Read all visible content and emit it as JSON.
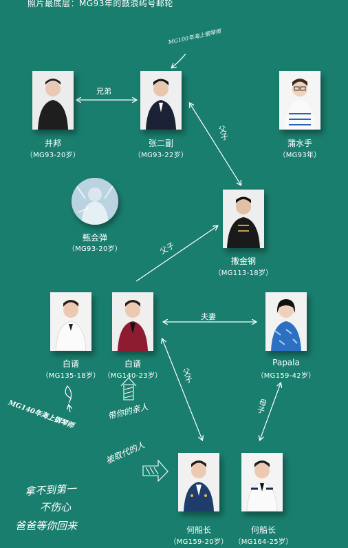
{
  "title": "照片最底层：MG93年的鼓浪屿号邮轮",
  "characters": [
    {
      "id": "jingbang",
      "name": "井邦",
      "sub": "（MG93-20岁）"
    },
    {
      "id": "zhang",
      "name": "张二副",
      "sub": "（MG93-22岁）"
    },
    {
      "id": "pu",
      "name": "蒲水手",
      "sub": "（MG93年）"
    },
    {
      "id": "zhen",
      "name": "甄会弹",
      "sub": "（MG93-20岁）"
    },
    {
      "id": "sa",
      "name": "撒金钢",
      "sub": "（MG113-18岁）"
    },
    {
      "id": "bai1",
      "name": "白谱",
      "sub": "（MG135-18岁）"
    },
    {
      "id": "bai2",
      "name": "白谱",
      "sub": "（MG140-23岁）"
    },
    {
      "id": "papala",
      "name": "Papala",
      "sub": "（MG159-42岁）"
    },
    {
      "id": "he1",
      "name": "何船长",
      "sub": "（MG159-20岁）"
    },
    {
      "id": "he2",
      "name": "何船长",
      "sub": "（MG164-25岁）"
    }
  ],
  "relations": {
    "brothers": "兄弟",
    "father_son_1": "父子",
    "father_son_2": "父子",
    "couple": "夫妻",
    "father_son_3": "父子",
    "mother_son": "母子"
  },
  "notes": {
    "mg100": "MG100年海上钢琴师",
    "mg140": "MG140年海上钢琴师",
    "bring": "带你的亲人",
    "replace": "被取代的人",
    "poem_line1": "拿不到第一",
    "poem_line2": "不伤心",
    "poem_line3": "爸爸等你回来"
  },
  "colors": {
    "background": "#1a7e6e",
    "line": "#ffffff"
  }
}
